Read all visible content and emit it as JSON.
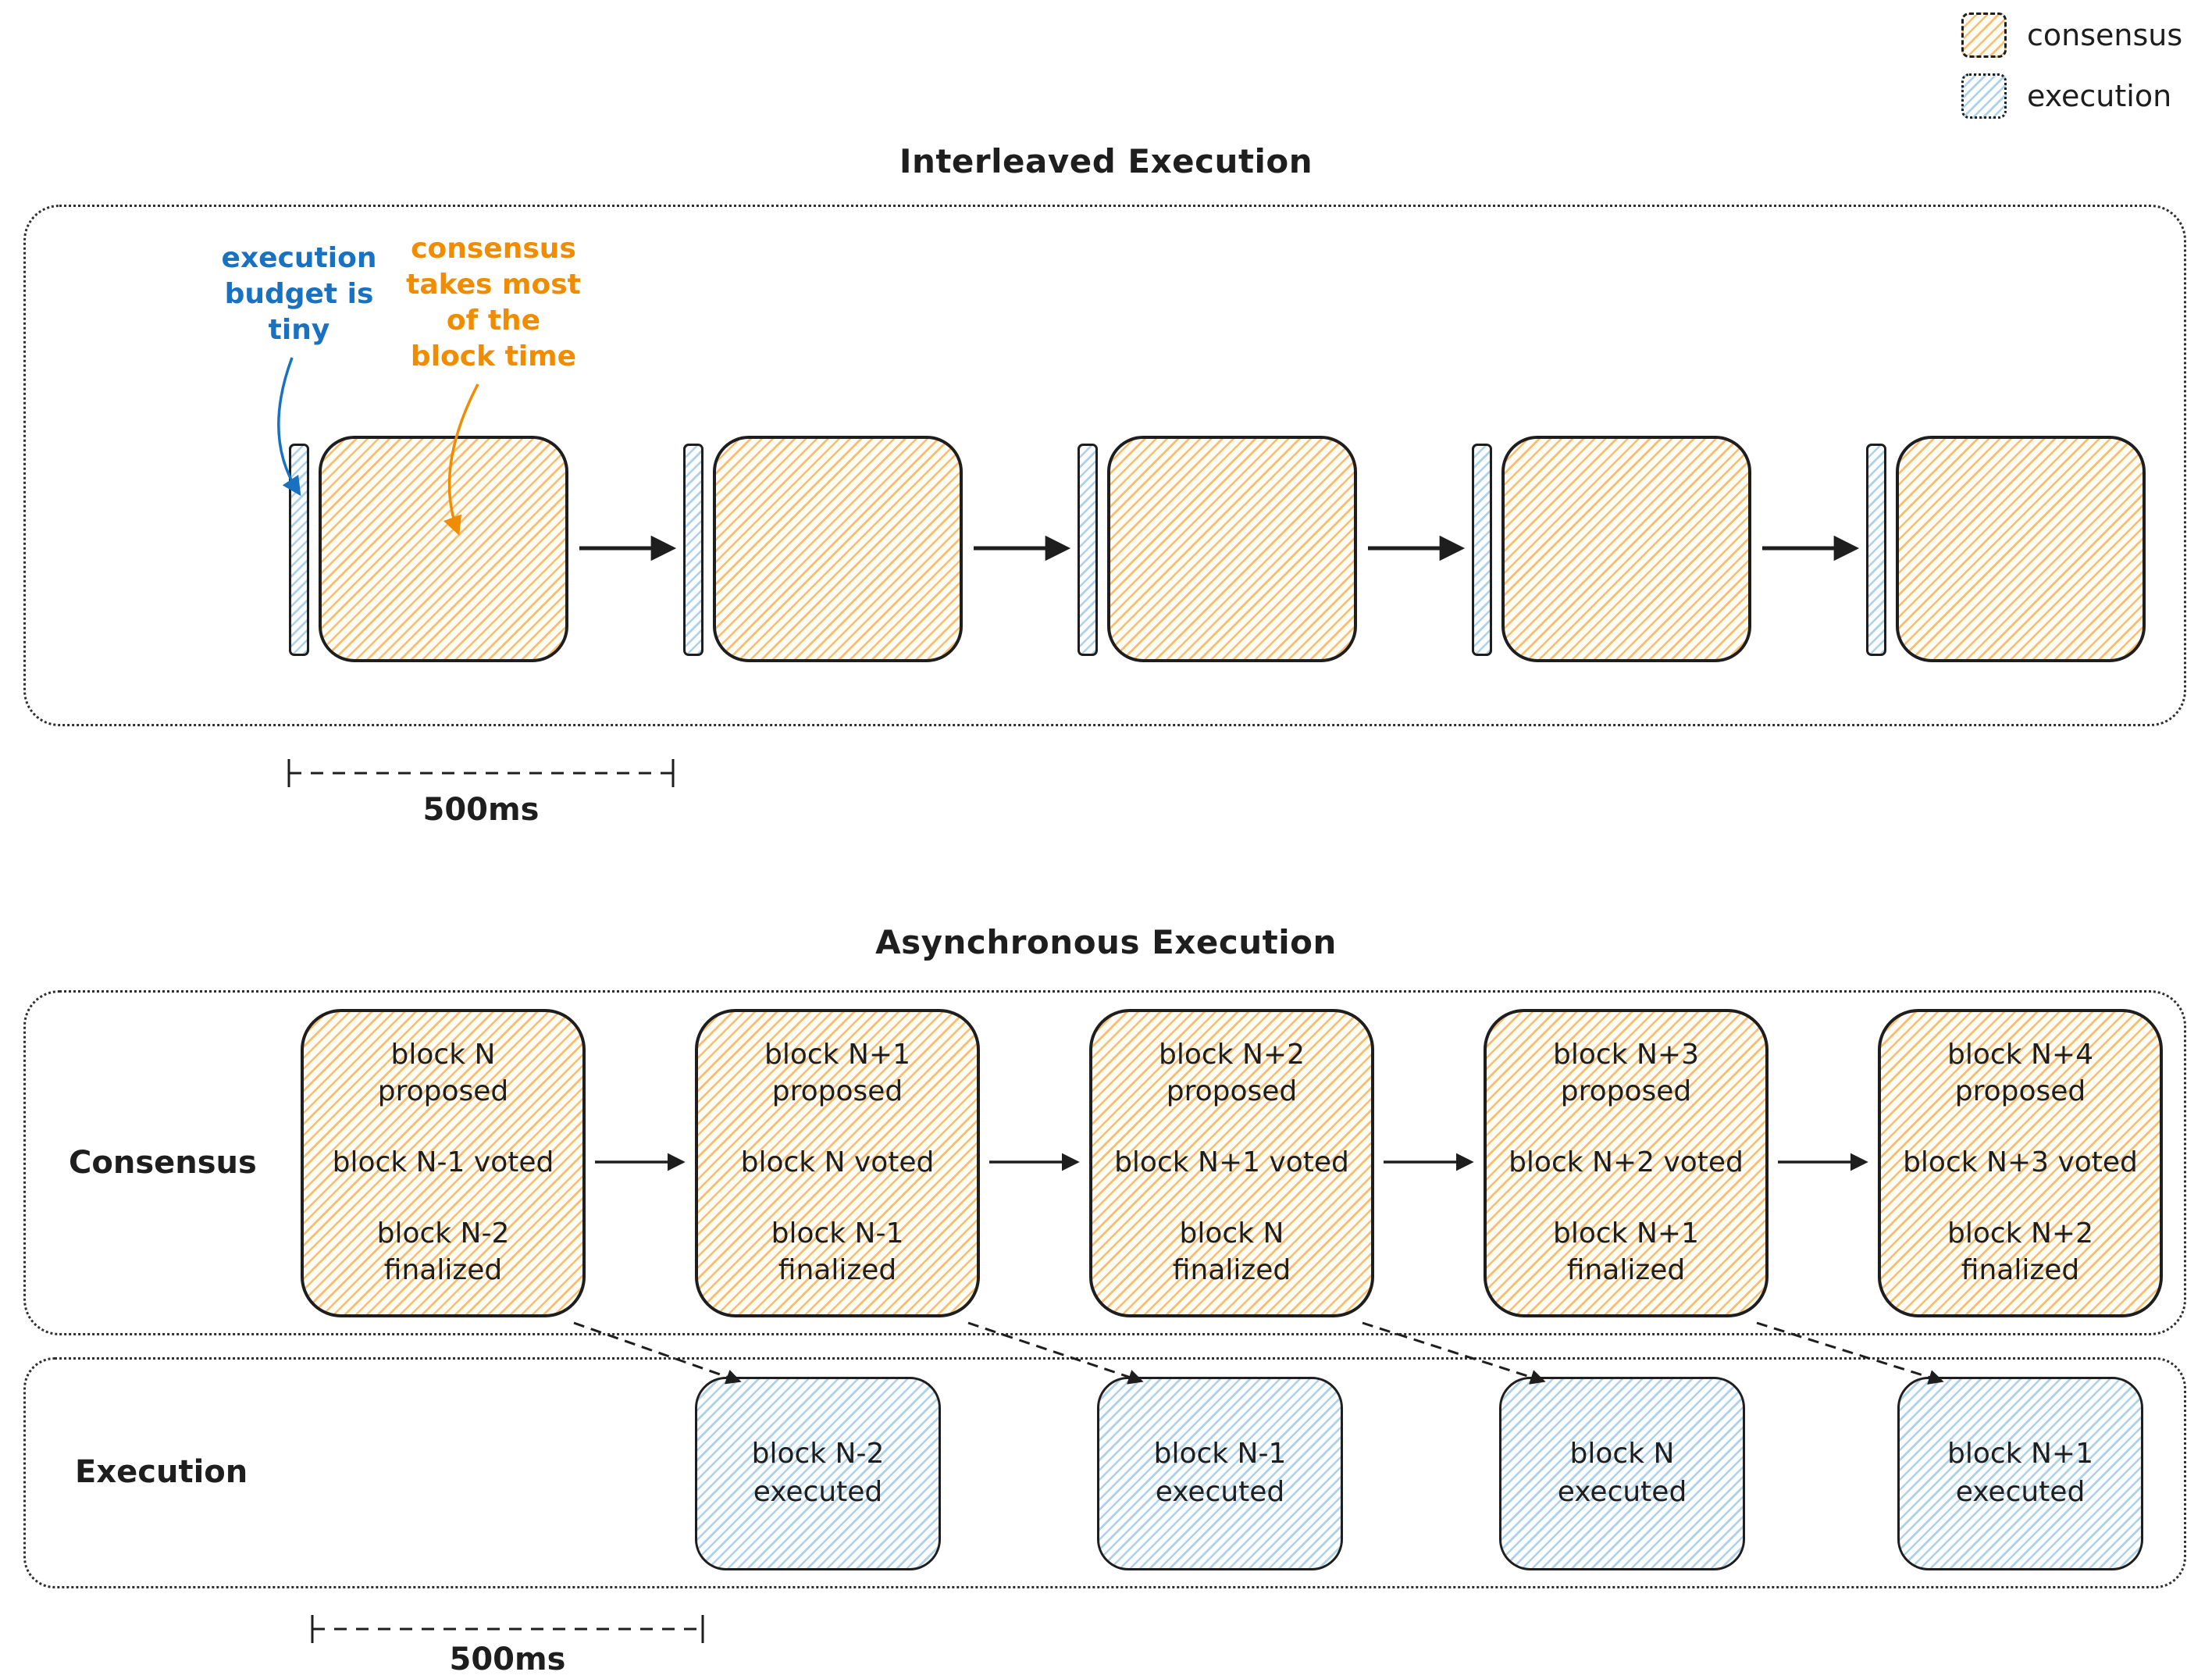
{
  "legend": {
    "consensus": "consensus",
    "execution": "execution"
  },
  "interleaved": {
    "title": "Interleaved Execution",
    "execution_note": "execution\nbudget is\ntiny",
    "consensus_note": "consensus\ntakes most\nof the\nblock time",
    "timescale": "500ms"
  },
  "asynchronous": {
    "title": "Asynchronous Execution",
    "consensus_row_label": "Consensus",
    "execution_row_label": "Execution",
    "timescale": "500ms",
    "consensus_blocks": [
      {
        "proposed": "block N\nproposed",
        "voted": "block N-1 voted",
        "finalized": "block N-2\nfinalized"
      },
      {
        "proposed": "block N+1\nproposed",
        "voted": "block N voted",
        "finalized": "block N-1\nfinalized"
      },
      {
        "proposed": "block N+2\nproposed",
        "voted": "block N+1 voted",
        "finalized": "block N\nfinalized"
      },
      {
        "proposed": "block N+3\nproposed",
        "voted": "block N+2 voted",
        "finalized": "block N+1\nfinalized"
      },
      {
        "proposed": "block N+4\nproposed",
        "voted": "block N+3 voted",
        "finalized": "block N+2\nfinalized"
      }
    ],
    "execution_blocks": [
      {
        "label": "block N-2\nexecuted"
      },
      {
        "label": "block N-1\nexecuted"
      },
      {
        "label": "block N\nexecuted"
      },
      {
        "label": "block N+1\nexecuted"
      }
    ]
  },
  "colors": {
    "consensus_accent": "#f08c00",
    "execution_accent": "#1971c2",
    "stroke": "#1e1e1e"
  }
}
